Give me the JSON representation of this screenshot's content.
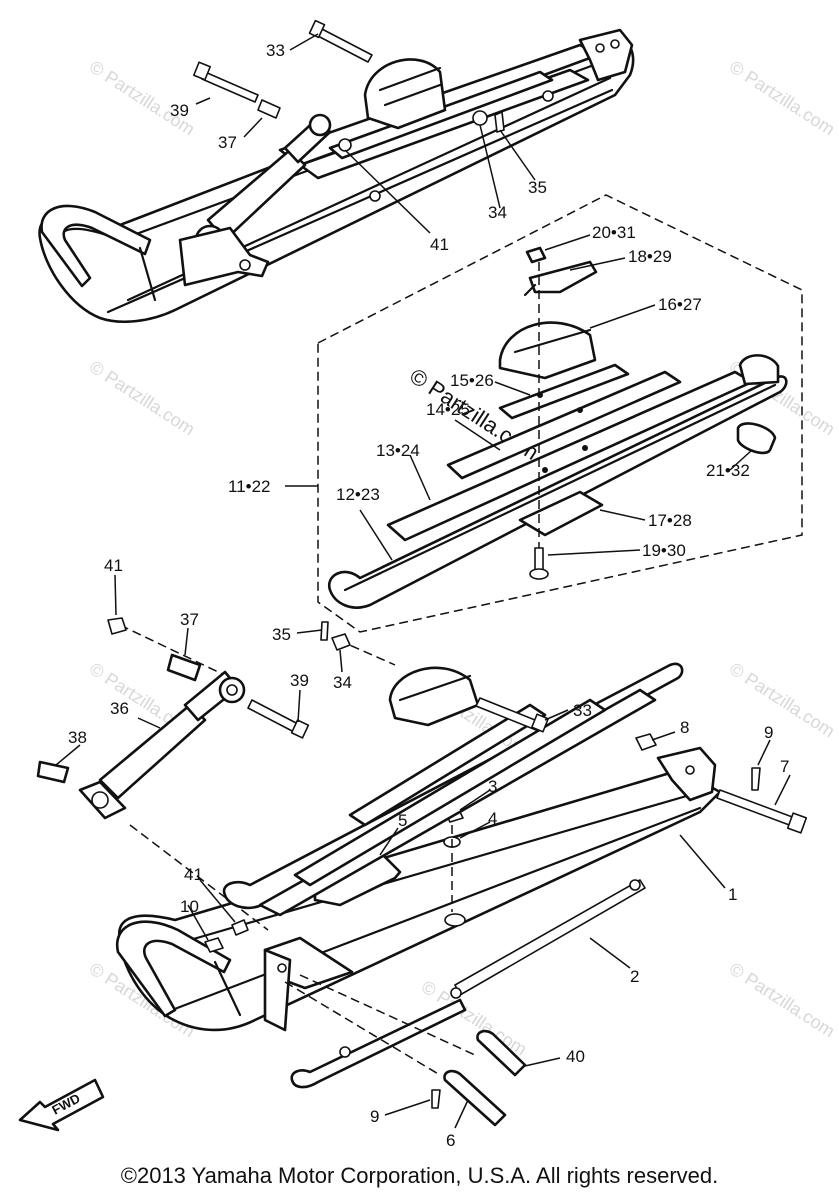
{
  "callouts": {
    "c1": "1",
    "c2": "2",
    "c3": "3",
    "c4": "4",
    "c5": "5",
    "c6": "6",
    "c7": "7",
    "c8": "8",
    "c9a": "9",
    "c9b": "9",
    "c10": "10",
    "c11_22": "11•22",
    "c12_23": "12•23",
    "c13_24": "13•24",
    "c14_25": "14•25",
    "c15_26": "15•26",
    "c16_27": "16•27",
    "c17_28": "17•28",
    "c18_29": "18•29",
    "c19_30": "19•30",
    "c20_31": "20•31",
    "c21_32": "21•32",
    "c33a": "33",
    "c33b": "33",
    "c34a": "34",
    "c34b": "34",
    "c35a": "35",
    "c35b": "35",
    "c36": "36",
    "c37a": "37",
    "c37b": "37",
    "c38": "38",
    "c39a": "39",
    "c39b": "39",
    "c40": "40",
    "c41a": "41",
    "c41b": "41",
    "c41c": "41"
  },
  "watermark": {
    "text": "© Partzilla.com",
    "center_text": "© Partzilla.com"
  },
  "fwd_label": "FWD",
  "copyright": "©2013  Yamaha Motor Corporation, U.S.A. All rights reserved."
}
